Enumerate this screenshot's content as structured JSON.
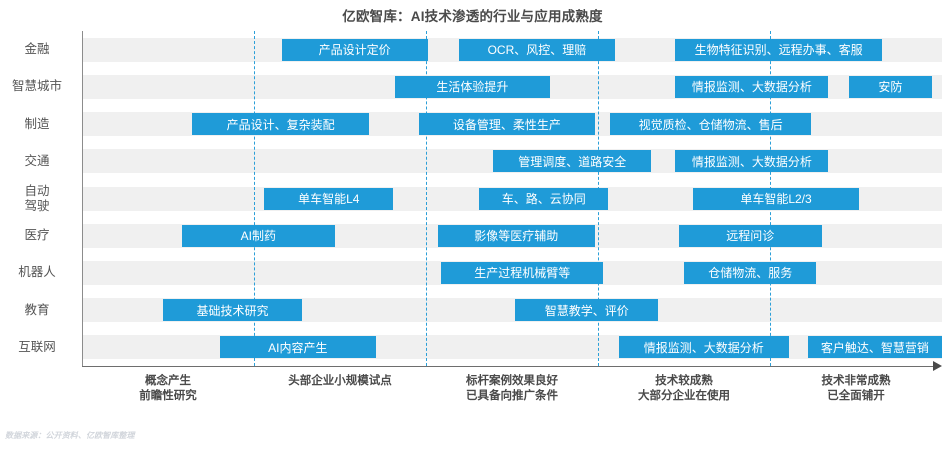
{
  "chart_data": {
    "type": "bar",
    "title": "亿欧智库：AI技术渗透的行业与应用成熟度",
    "xlabel": "",
    "ylabel": "",
    "grid": true,
    "legend": "none",
    "xlim": [
      0,
      5
    ],
    "source_note": "数据来源：公开资料、亿欧智库整理",
    "accent_color": "#1f9bd8",
    "band_color": "#f0f0f0",
    "gridline_color": "#2b9fd8",
    "xtick_labels": [
      "概念产生\n前瞻性研究",
      "头部企业小规模试点",
      "标杆案例效果良好\n已具备向推广条件",
      "技术较成熟\n大部分企业在使用",
      "技术非常成熟\n已全面铺开"
    ],
    "categories": [
      "金融",
      "智慧城市",
      "制造",
      "交通",
      "自动\n驾驶",
      "医疗",
      "机器人",
      "教育",
      "互联网"
    ],
    "rows": [
      {
        "category": "金融",
        "bars": [
          {
            "label": "产品设计定价",
            "start": 1.16,
            "end": 2.01
          },
          {
            "label": "OCR、风控、理赔",
            "start": 2.19,
            "end": 3.1
          },
          {
            "label": "生物特征识别、远程办事、客服",
            "start": 3.45,
            "end": 4.65
          }
        ]
      },
      {
        "category": "智慧城市",
        "bars": [
          {
            "label": "生活体验提升",
            "start": 1.82,
            "end": 2.72
          },
          {
            "label": "情报监测、大数据分析",
            "start": 3.45,
            "end": 4.34
          },
          {
            "label": "安防",
            "start": 4.46,
            "end": 4.94
          }
        ]
      },
      {
        "category": "制造",
        "bars": [
          {
            "label": "产品设计、复杂装配",
            "start": 0.64,
            "end": 1.67
          },
          {
            "label": "设备管理、柔性生产",
            "start": 1.96,
            "end": 2.98
          },
          {
            "label": "视觉质检、仓储物流、售后",
            "start": 3.07,
            "end": 4.24
          }
        ]
      },
      {
        "category": "交通",
        "bars": [
          {
            "label": "管理调度、道路安全",
            "start": 2.39,
            "end": 3.31
          },
          {
            "label": "情报监测、大数据分析",
            "start": 3.45,
            "end": 4.34
          }
        ]
      },
      {
        "category": "自动\n驾驶",
        "bars": [
          {
            "label": "单车智能L4",
            "start": 1.06,
            "end": 1.81
          },
          {
            "label": "车、路、云协同",
            "start": 2.31,
            "end": 3.06
          },
          {
            "label": "单车智能L2/3",
            "start": 3.55,
            "end": 4.52
          }
        ]
      },
      {
        "category": "医疗",
        "bars": [
          {
            "label": "AI制药",
            "start": 0.58,
            "end": 1.47
          },
          {
            "label": "影像等医疗辅助",
            "start": 2.07,
            "end": 2.98
          },
          {
            "label": "远程问诊",
            "start": 3.47,
            "end": 4.3
          }
        ]
      },
      {
        "category": "机器人",
        "bars": [
          {
            "label": "生产过程机械臂等",
            "start": 2.09,
            "end": 3.03
          },
          {
            "label": "仓储物流、服务",
            "start": 3.5,
            "end": 4.27
          }
        ]
      },
      {
        "category": "教育",
        "bars": [
          {
            "label": "基础技术研究",
            "start": 0.47,
            "end": 1.28
          },
          {
            "label": "智慧教学、评价",
            "start": 2.52,
            "end": 3.35
          }
        ]
      },
      {
        "category": "互联网",
        "bars": [
          {
            "label": "AI内容产生",
            "start": 0.8,
            "end": 1.71
          },
          {
            "label": "情报监测、大数据分析",
            "start": 3.12,
            "end": 4.11
          },
          {
            "label": "客户触达、智慧营销",
            "start": 4.22,
            "end": 5.12
          }
        ]
      }
    ]
  }
}
